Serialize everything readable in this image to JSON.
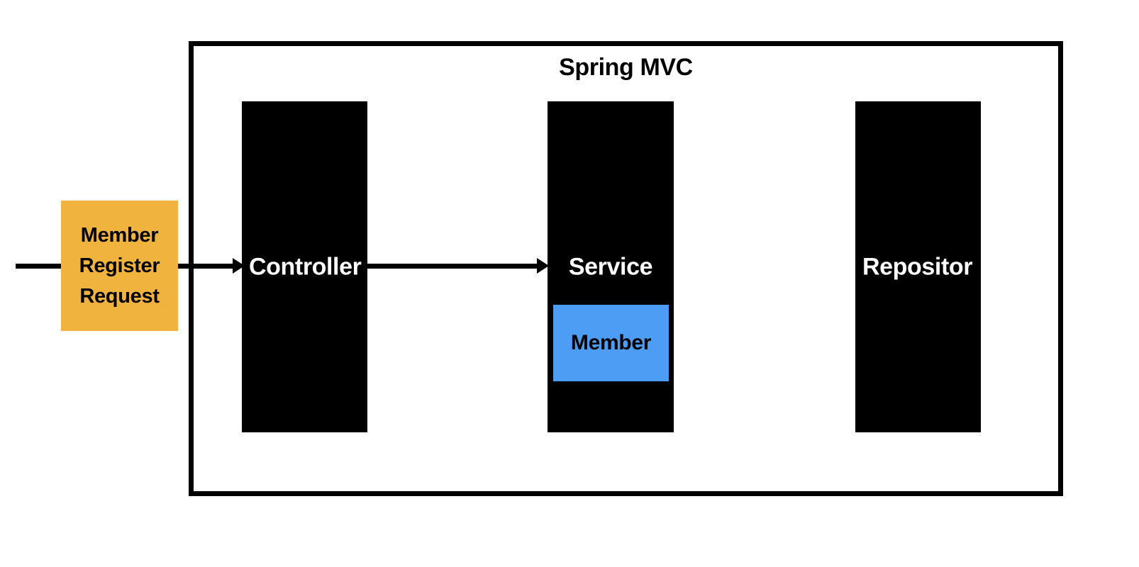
{
  "diagram": {
    "title": "Spring MVC",
    "external_request": {
      "lines": [
        "Member",
        "Register",
        "Request"
      ],
      "color": "#efb33e"
    },
    "layers": [
      {
        "id": "controller",
        "label": "Controller",
        "color": "#000000",
        "text_color": "#ffffff"
      },
      {
        "id": "service",
        "label": "Service",
        "color": "#000000",
        "text_color": "#ffffff"
      },
      {
        "id": "repository",
        "label": "Repositor",
        "color": "#000000",
        "text_color": "#ffffff"
      }
    ],
    "entity": {
      "label": "Member",
      "color": "#4d9df5",
      "text_color": "#000000",
      "parent": "service"
    },
    "flow": [
      {
        "from": "external",
        "to": "controller"
      },
      {
        "from": "controller",
        "to": "service"
      }
    ]
  }
}
